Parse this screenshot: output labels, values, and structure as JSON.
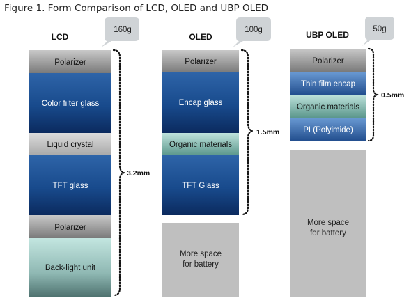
{
  "title": "Figure 1. Form Comparison of LCD, OLED and UBP OLED",
  "columns": [
    {
      "name": "LCD",
      "weight": "160g",
      "thickness": "3.2mm",
      "layers": [
        {
          "label": "Polarizer",
          "kind": "polarizer"
        },
        {
          "label": "Color filter glass",
          "kind": "blue-glass"
        },
        {
          "label": "Liquid crystal",
          "kind": "grey-layer"
        },
        {
          "label": "TFT glass",
          "kind": "blue-glass"
        },
        {
          "label": "Polarizer",
          "kind": "polarizer"
        },
        {
          "label": "Back-light unit",
          "kind": "backlight"
        }
      ],
      "space_label": ""
    },
    {
      "name": "OLED",
      "weight": "100g",
      "thickness": "1.5mm",
      "layers": [
        {
          "label": "Polarizer",
          "kind": "polarizer"
        },
        {
          "label": "Encap glass",
          "kind": "blue-glass"
        },
        {
          "label": "Organic materials",
          "kind": "organic"
        },
        {
          "label": "TFT Glass",
          "kind": "blue-glass"
        }
      ],
      "space_label": "More space for battery"
    },
    {
      "name": "UBP OLED",
      "weight": "50g",
      "thickness": "0.5mm",
      "layers": [
        {
          "label": "Polarizer",
          "kind": "polarizer"
        },
        {
          "label": "Thin film encap",
          "kind": "thin-blue"
        },
        {
          "label": "Organic materials",
          "kind": "organic"
        },
        {
          "label": "PI (Polyimide)",
          "kind": "thin-blue"
        }
      ],
      "space_label": "More space for battery"
    }
  ],
  "colors": {
    "polarizer_top": "#bdbdbd",
    "polarizer_bottom": "#7f7f7f",
    "blue_light": "#2e64a8",
    "blue_dark": "#0d2f66",
    "grey_layer": "#c9c9c9",
    "organic_light": "#b5dcd4",
    "organic_dark": "#5f9a8f",
    "backlight_light": "#b8dcd6",
    "backlight_dark": "#587c79",
    "thin_blue_light": "#5f8fc9",
    "thin_blue_dark": "#2a5594",
    "space_grey": "#bfbfbf",
    "callout": "#cfd3d6"
  }
}
